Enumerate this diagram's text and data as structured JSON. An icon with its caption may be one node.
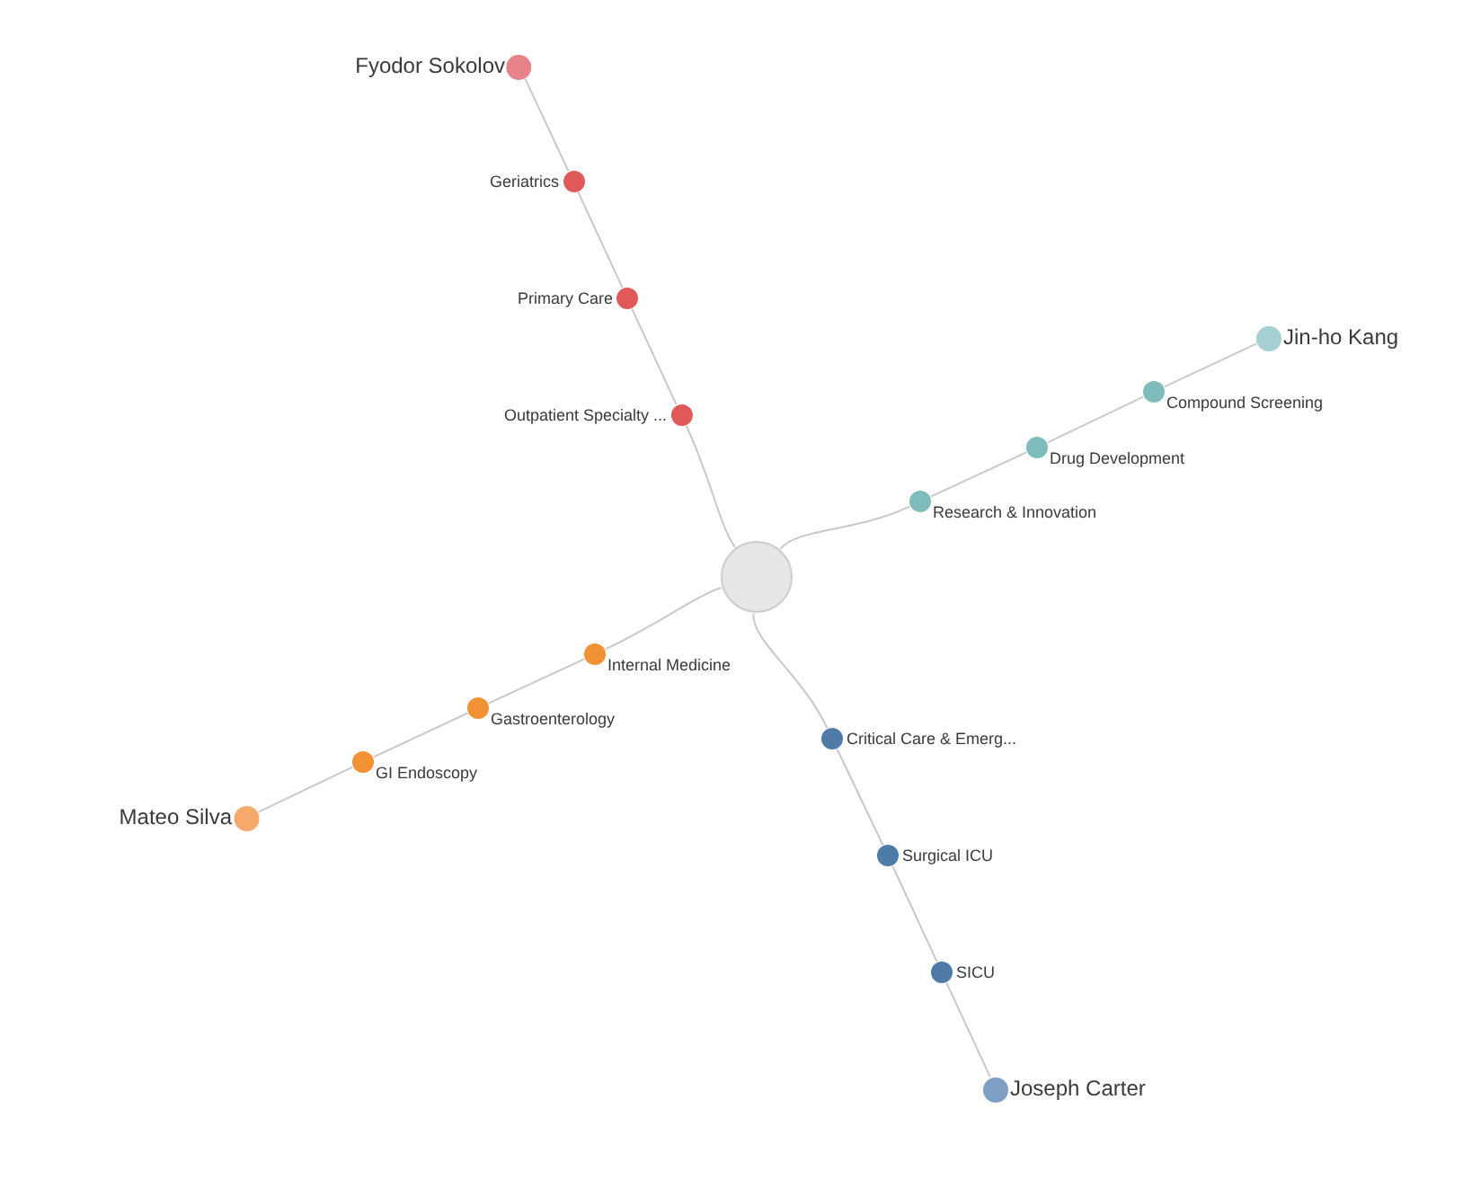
{
  "diagram": {
    "nodes": [
      {
        "text": [],
        "shape": "circle"
      },
      {
        "text": [
          "Outpatient Specialty ..."
        ]
      },
      {
        "text": [
          "Primary Care"
        ]
      },
      {
        "text": [
          "Geriatrics"
        ]
      },
      {
        "text": [
          "Fyodor Sokolov"
        ]
      },
      {
        "text": [
          "Research & Innovation"
        ]
      },
      {
        "text": [
          "Drug Development"
        ]
      },
      {
        "text": [
          "Compound Screening"
        ]
      },
      {
        "text": [
          "Jin-ho Kang"
        ]
      },
      {
        "text": [
          "Internal Medicine"
        ]
      },
      {
        "text": [
          "Gastroenterology"
        ]
      },
      {
        "text": [
          "GI Endoscopy"
        ]
      },
      {
        "text": [
          "Mateo Silva"
        ]
      },
      {
        "text": [
          "Critical Care & Emerg..."
        ]
      },
      {
        "text": [
          "Surgical ICU"
        ]
      },
      {
        "text": [
          "SICU"
        ]
      },
      {
        "text": [
          "Joseph Carter"
        ]
      }
    ],
    "edges": [
      {
        "from": 0,
        "to": 1,
        "arrow": "none"
      },
      {
        "from": 1,
        "to": 2,
        "arrow": "none"
      },
      {
        "from": 2,
        "to": 3,
        "arrow": "none"
      },
      {
        "from": 3,
        "to": 4,
        "arrow": "none"
      },
      {
        "from": 0,
        "to": 5,
        "arrow": "none"
      },
      {
        "from": 5,
        "to": 6,
        "arrow": "none"
      },
      {
        "from": 6,
        "to": 7,
        "arrow": "none"
      },
      {
        "from": 7,
        "to": 8,
        "arrow": "none"
      },
      {
        "from": 0,
        "to": 9,
        "arrow": "none"
      },
      {
        "from": 9,
        "to": 10,
        "arrow": "none"
      },
      {
        "from": 10,
        "to": 11,
        "arrow": "none"
      },
      {
        "from": 11,
        "to": 12,
        "arrow": "none"
      },
      {
        "from": 0,
        "to": 13,
        "arrow": "none"
      },
      {
        "from": 13,
        "to": 14,
        "arrow": "none"
      },
      {
        "from": 14,
        "to": 15,
        "arrow": "none"
      },
      {
        "from": 15,
        "to": 16,
        "arrow": "none"
      }
    ]
  }
}
